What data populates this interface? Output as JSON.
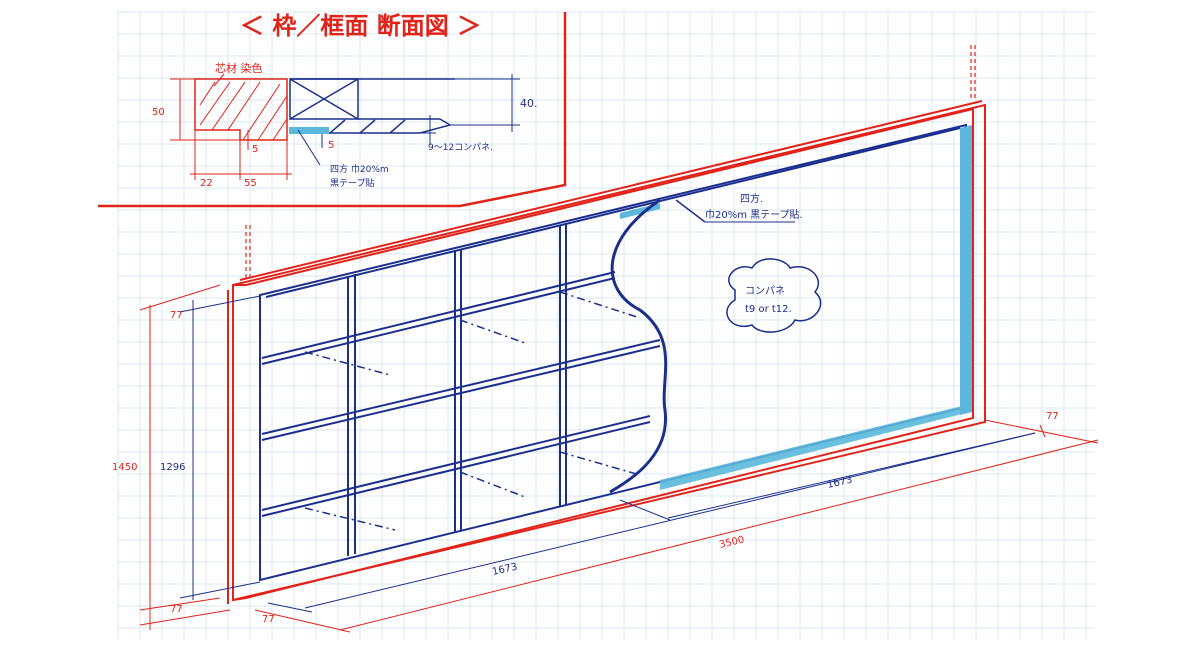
{
  "title": "＜ 枠／框面 断面図 ＞",
  "section": {
    "core_label": "芯材 染色",
    "dim_height_left": "50",
    "dim_height_right": "40.",
    "dim_5a": "5",
    "dim_5b": "5",
    "dim_22": "22",
    "dim_55": "55",
    "panel_note": "9～12コンパネ.",
    "tape_note_line1": "四方 巾20%m",
    "tape_note_line2": "黒テープ貼"
  },
  "elevation": {
    "tape_note_line1": "四方.",
    "tape_note_line2": "巾20%m 黒テープ貼.",
    "cloud_line1": "コンパネ",
    "cloud_line2": "t9 or t12.",
    "dim_total_height": "1450",
    "dim_inner_height": "1296",
    "dim_frame_top": "77",
    "dim_frame_bottom": "77",
    "dim_frame_left": "77",
    "dim_frame_right": "77",
    "dim_width_total": "3500",
    "dim_half_left": "1673",
    "dim_half_right": "1673"
  },
  "colors": {
    "red": "#e2231a",
    "blue": "#1c2f8e",
    "tape": "#5bb8dc",
    "grid": "#d8e8f0"
  }
}
